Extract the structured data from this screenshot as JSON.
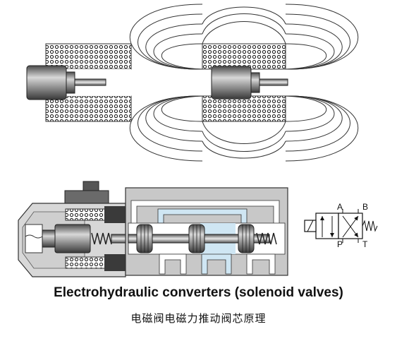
{
  "caption": {
    "english": "Electrohydraulic converters (solenoid valves)",
    "chinese": "电磁阀电磁力推动阀芯原理"
  },
  "symbol": {
    "ports": {
      "a": "A",
      "b": "B",
      "p": "P",
      "t": "T"
    }
  }
}
